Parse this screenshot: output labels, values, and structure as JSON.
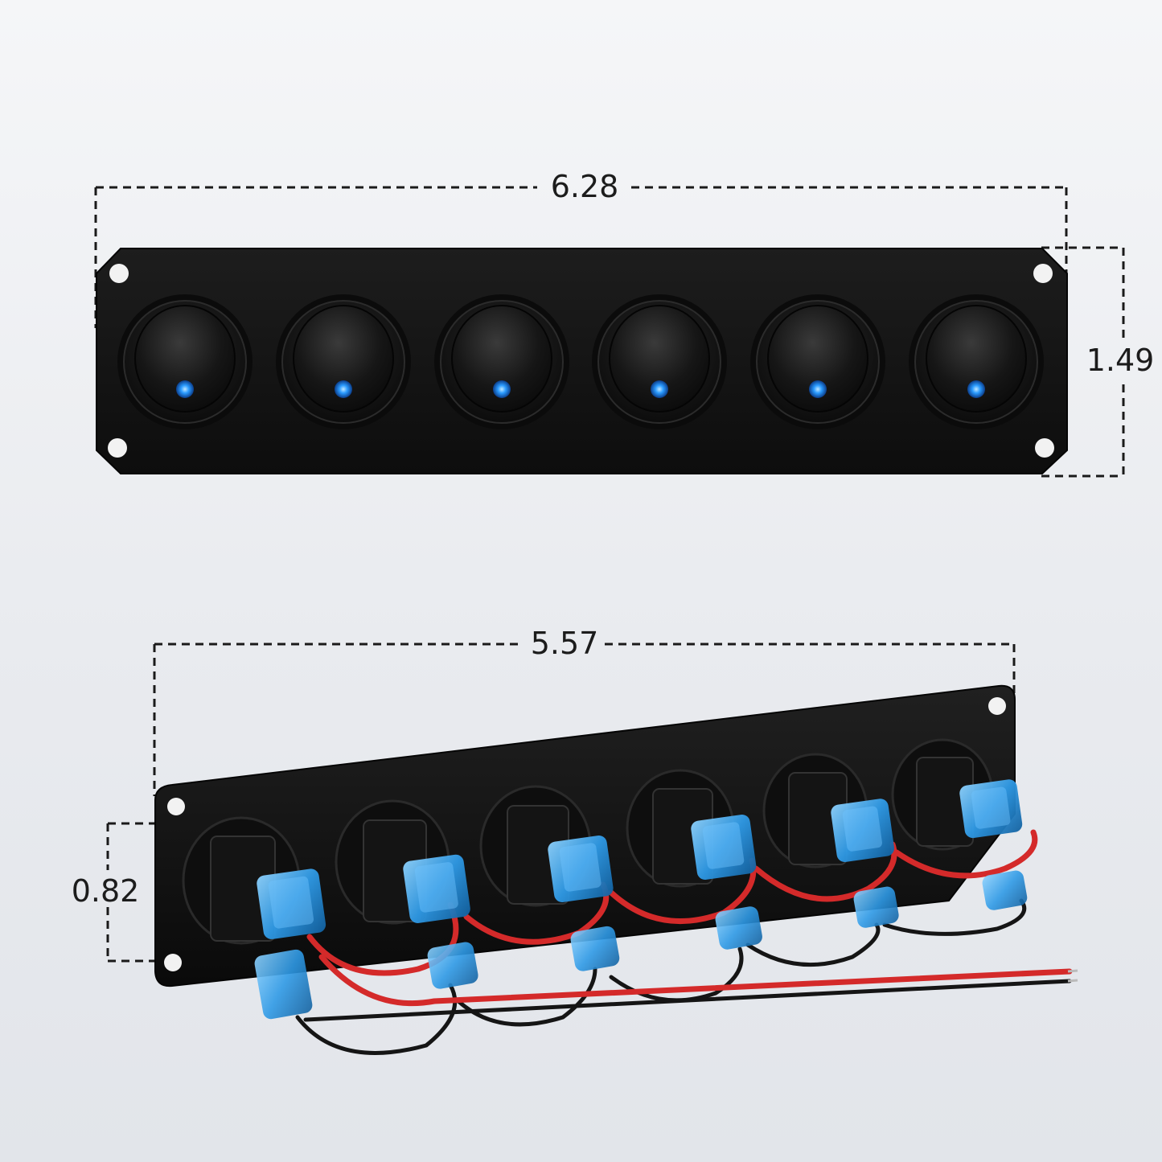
{
  "dimensions": {
    "front_width": "6.28",
    "front_height": "1.49",
    "back_width": "5.57",
    "back_depth": "0.82"
  },
  "panel": {
    "switch_count": 6,
    "indicator_color": "#1e90ff",
    "panel_color": "#111111",
    "terminal_color": "#3aa6e8",
    "wire_red": "#d42a2a",
    "wire_black": "#1a1a1a"
  },
  "icons": {
    "switch": "rocker-switch-icon",
    "led": "led-indicator-icon",
    "mount_hole": "mounting-hole-icon"
  }
}
